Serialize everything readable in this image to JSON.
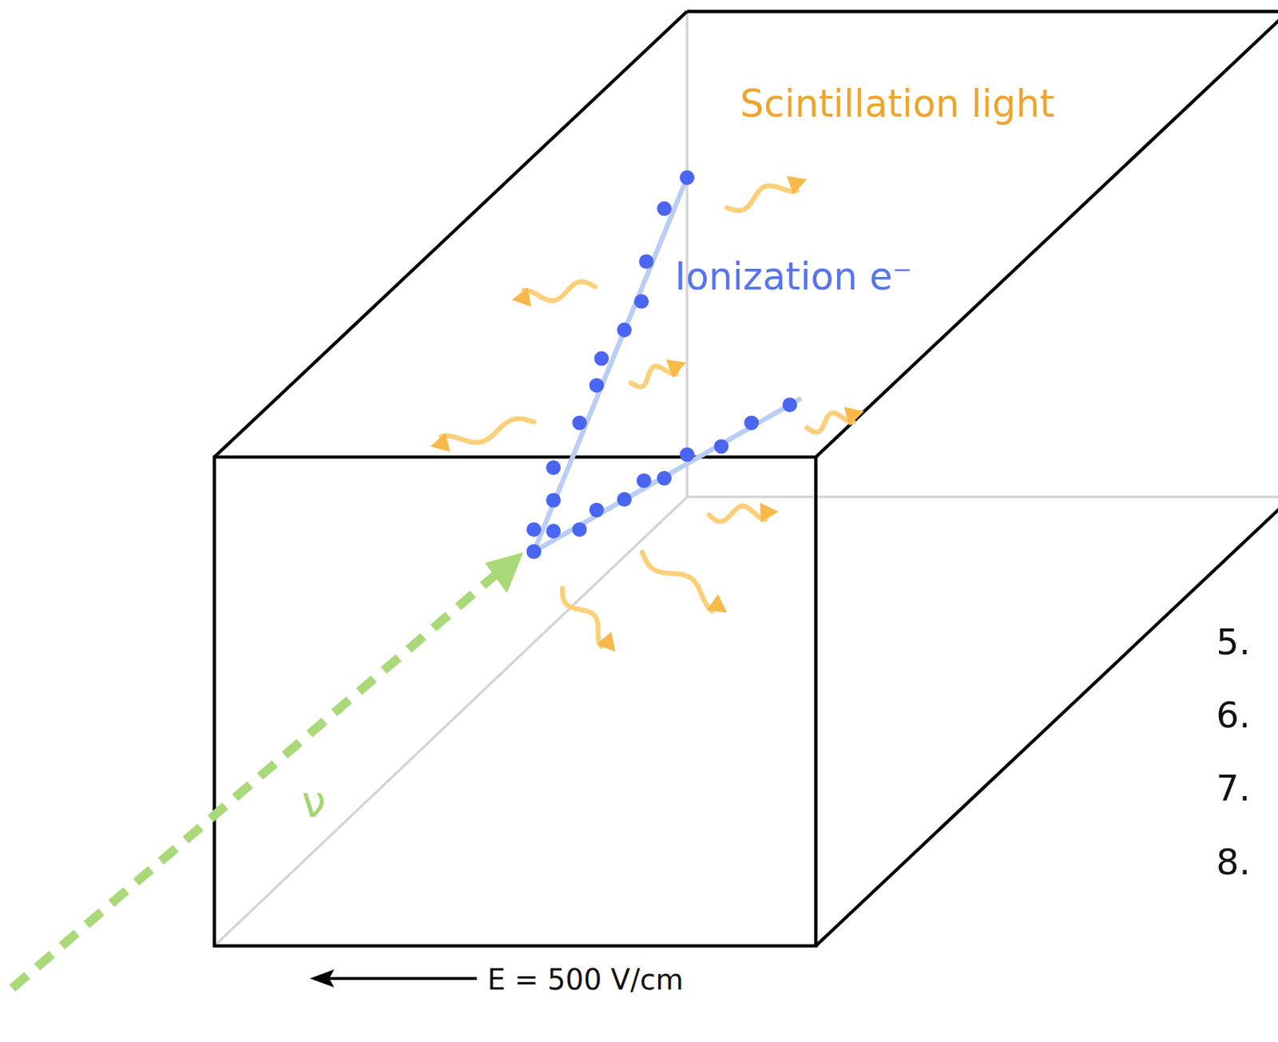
{
  "diagram": {
    "labels": [
      "Scintillation light",
      "Ionization e⁻",
      "ν",
      "E = 500 V/cm",
      "5.",
      "6.",
      "7.",
      "8."
    ]
  }
}
